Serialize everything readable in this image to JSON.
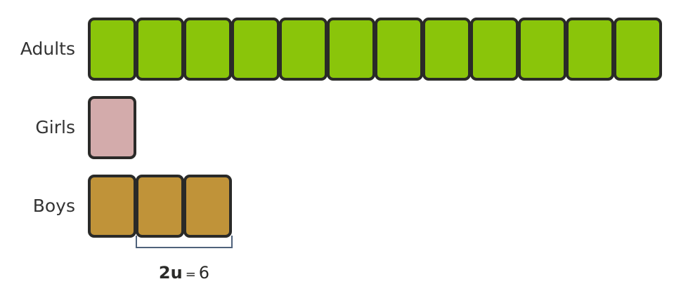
{
  "rows": [
    {
      "label": "Adults",
      "units": 12,
      "color": "#8ac50a"
    },
    {
      "label": "Girls",
      "units": 1,
      "color": "#d3abab"
    },
    {
      "label": "Boys",
      "units": 3,
      "color": "#c09339"
    }
  ],
  "annotation": {
    "bracket_units": 2,
    "bracket_start_unit": 1,
    "lhs": "2u",
    "op": "=",
    "rhs": "6",
    "bracket_color": "#4f627b"
  },
  "colors": {
    "outline": "#2a2a28",
    "label_text": "#333333"
  }
}
